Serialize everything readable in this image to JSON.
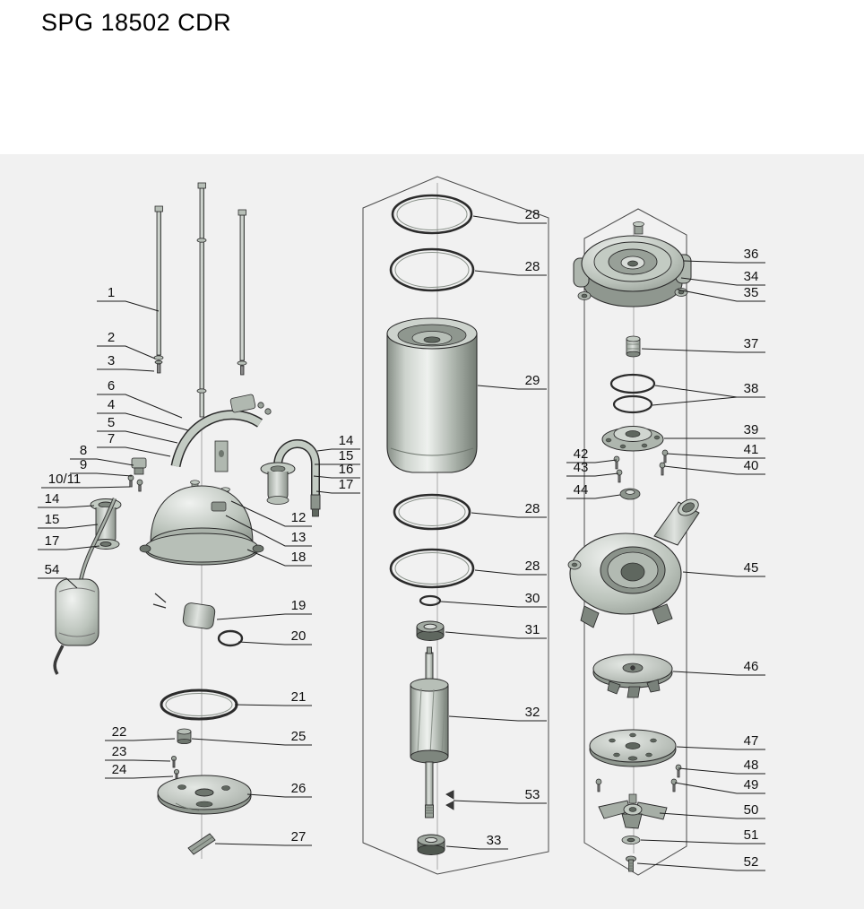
{
  "title": "SPG 18502 CDR",
  "diagram": {
    "panel_background": "#f1f1f1",
    "callouts": [
      "1",
      "2",
      "3",
      "6",
      "4",
      "5",
      "7",
      "8",
      "9",
      "10/11",
      "14",
      "15",
      "17",
      "54",
      "14",
      "15",
      "16",
      "17",
      "12",
      "13",
      "18",
      "19",
      "20",
      "21",
      "25",
      "26",
      "27",
      "22",
      "23",
      "24",
      "28",
      "28",
      "29",
      "28",
      "28",
      "30",
      "31",
      "32",
      "53",
      "33",
      "42",
      "43",
      "44",
      "36",
      "34",
      "35",
      "37",
      "38",
      "39",
      "41",
      "40",
      "45",
      "46",
      "47",
      "48",
      "49",
      "50",
      "51",
      "52"
    ]
  }
}
